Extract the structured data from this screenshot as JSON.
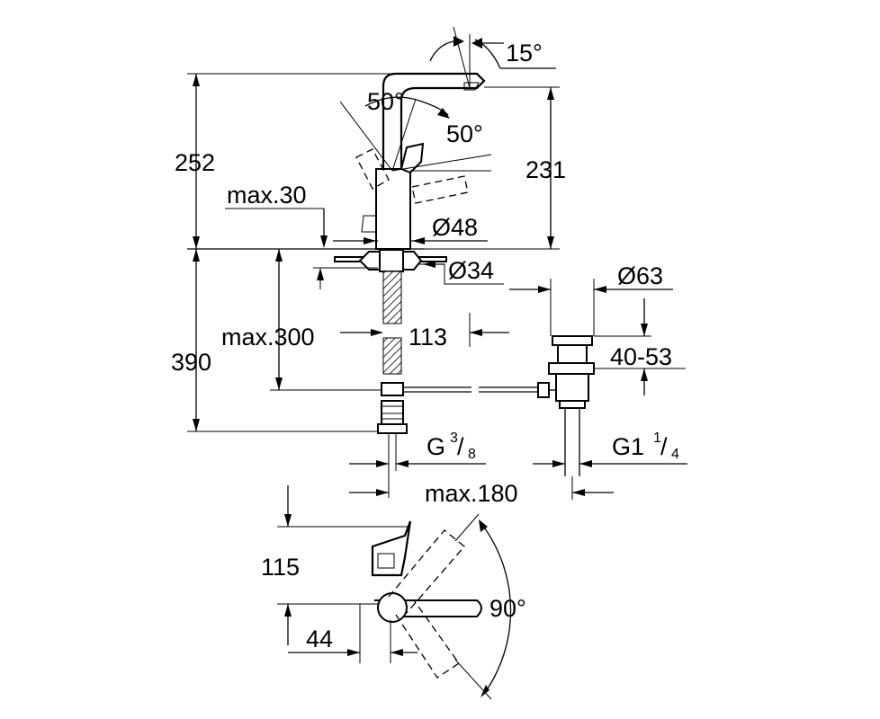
{
  "labels": {
    "angle_spout": "15°",
    "angle_lever_left": "50°",
    "angle_lever_right": "50°",
    "height_total": "252",
    "height_spout": "231",
    "max_deck": "max.30",
    "dia_body": "Ø48",
    "dia_hole": "Ø34",
    "dia_waste": "Ø63",
    "below_deck": "390",
    "max_hose": "max.300",
    "dist_113": "113",
    "waste_range": "40-53",
    "thread_left_main": "G",
    "thread_left_num": "3",
    "thread_left_den": "8",
    "thread_right_main": "G1",
    "thread_right_num": "1",
    "thread_right_den": "4",
    "max_rod": "max.180",
    "plan_depth": "115",
    "plan_offset": "44",
    "angle_rotation": "90°"
  }
}
